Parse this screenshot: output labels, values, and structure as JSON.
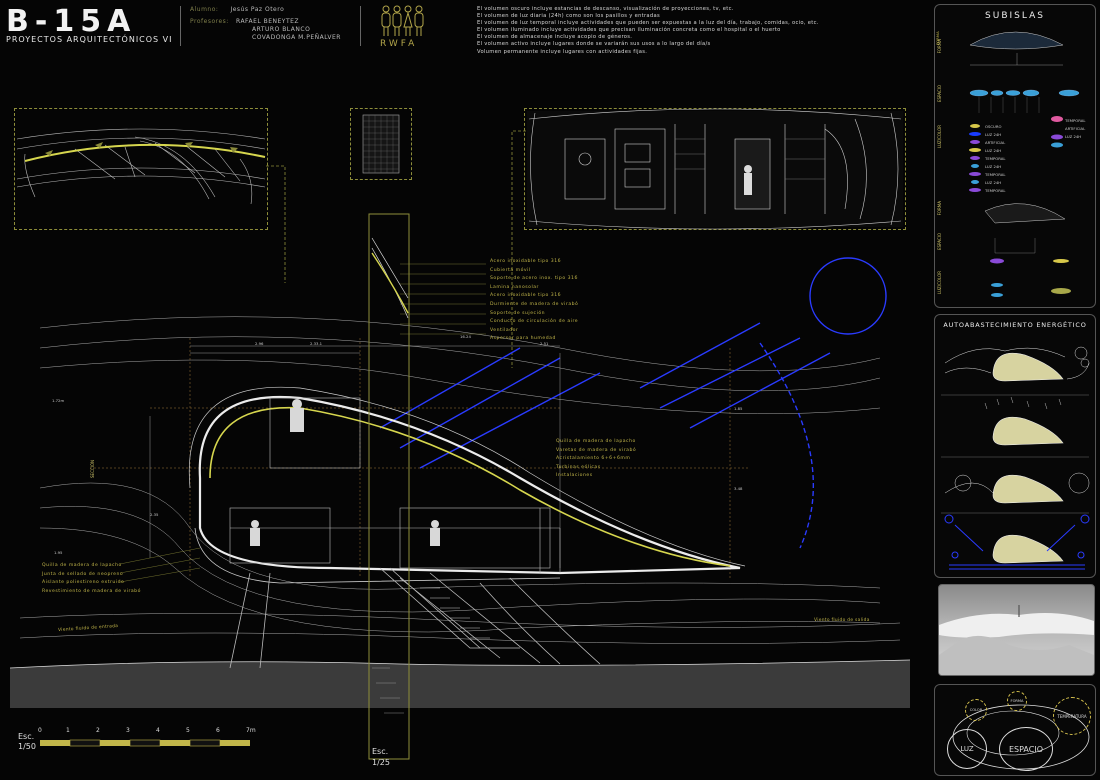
{
  "header": {
    "title": "B-15A",
    "subtitle": "PROYECTOS ARQUITECTÓNICOS VI",
    "student_label": "Alumno:",
    "student": "Jesús Paz Otero",
    "teachers_label": "Profesores:",
    "teachers": [
      "RAFAEL BENEYTEZ",
      "ARTURO BLANCO",
      "COVADONGA M.PEÑALVER"
    ],
    "logo_text": "RWFA"
  },
  "notes": [
    "El volumen oscuro incluye estancias de descanso, visualización de proyecciones, tv, etc.",
    "El volumen de luz diaria (24h) como son los pasillos y entradas",
    "El volumen de luz temporal incluye actividades que pueden ser expuestas a la luz del día, trabajo, comidas, ocio, etc.",
    "El volumen iluminado incluye actividades que precisan iluminación concreta como el hospital o el huerto",
    "El volumen de almacenaje incluye acopio de géneros.",
    "El volumen activo incluye lugares donde se variarán sus usos a lo largo del día/s",
    "Volumen permanente incluye lugares con actividades fijas."
  ],
  "specs_top": [
    "Acero inoxidable tipo 316",
    "Cubierta móvil",
    "Soporte de acero inox. tipo 316",
    "Lamina nanosolar",
    "Acero inoxidable tipo 316",
    "Durmiente de madera de virabó",
    "Soporte de sujeción",
    "Conducto de circulación de aire",
    "Ventilador",
    "Aspersor para humedad"
  ],
  "specs_mid": [
    "Quilla de madera de lapacho",
    "Varetas de madera de virabó",
    "Acristalamiento 6+6+6mm",
    "Turbinas eólicas",
    "Instalaciones"
  ],
  "specs_left": [
    "Quilla de madera de lapacho",
    "Junta de sellado de neopreno",
    "Aislante poliestireno extruido",
    "Revestimiento de madera de virabó"
  ],
  "flows": {
    "entry": "Viento fluido de entrada",
    "exit": "Viento fluido de salida"
  },
  "dims": [
    "2.96",
    "2.33.1",
    "16.24",
    "2.51",
    "1.72m",
    "1.85",
    "3.48",
    "1.95",
    "2.35"
  ],
  "scale_main": {
    "label": "Esc.",
    "value": "1/50",
    "ticks": [
      "0",
      "1",
      "2",
      "3",
      "4",
      "5",
      "6",
      "7m"
    ]
  },
  "scale_detail": {
    "label": "Esc.",
    "value": "1/25"
  },
  "section_tag": "SECCIÓN",
  "subislas": {
    "title": "SUBISLAS",
    "row_labels": [
      "FORMA",
      "ESPACIO",
      "LUZ/COLOR",
      "FORMA",
      "ESPACIO",
      "LUZ/COLOR"
    ],
    "legend": [
      "OSCURO",
      "LUZ 24H",
      "ARTIFICIAL",
      "LUZ 24H",
      "TEMPORAL",
      "LUZ 24H",
      "TEMPORAL",
      "LUZ 24H",
      "TEMPORAL"
    ],
    "legend_right": [
      "TEMPORAL",
      "ARTIFICIAL",
      "LUZ 24H"
    ]
  },
  "energy": {
    "title": "AUTOABASTECIMIENTO ENERGÉTICO"
  },
  "concepts": {
    "items": [
      "LUZ",
      "ESPACIO",
      "TEMPERATURA",
      "COLOR",
      "FORMA"
    ]
  },
  "colors": {
    "accent": "#c2b64a",
    "frame": "#8e8e3a",
    "blue": "#2a3bff",
    "background": "#050505"
  }
}
